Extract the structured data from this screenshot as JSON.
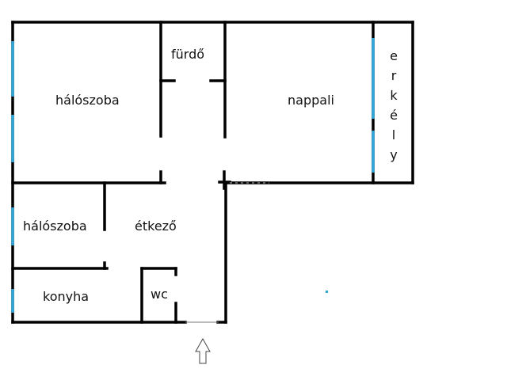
{
  "floorplan": {
    "rooms": [
      {
        "id": "bedroom-1",
        "label": "hálószoba"
      },
      {
        "id": "bathroom",
        "label": "fürdő"
      },
      {
        "id": "living-room",
        "label": "nappali"
      },
      {
        "id": "balcony",
        "label": "erkély",
        "letters": [
          "e",
          "r",
          "k",
          "é",
          "l",
          "y"
        ]
      },
      {
        "id": "bedroom-2",
        "label": "hálószoba"
      },
      {
        "id": "dining",
        "label": "étkező"
      },
      {
        "id": "kitchen",
        "label": "konyha"
      },
      {
        "id": "wc",
        "label": "wc"
      }
    ],
    "entrance": {
      "icon": "entrance-arrow-icon"
    },
    "colors": {
      "wall": "#000000",
      "window": "#2ea6d8",
      "background": "#ffffff"
    }
  }
}
